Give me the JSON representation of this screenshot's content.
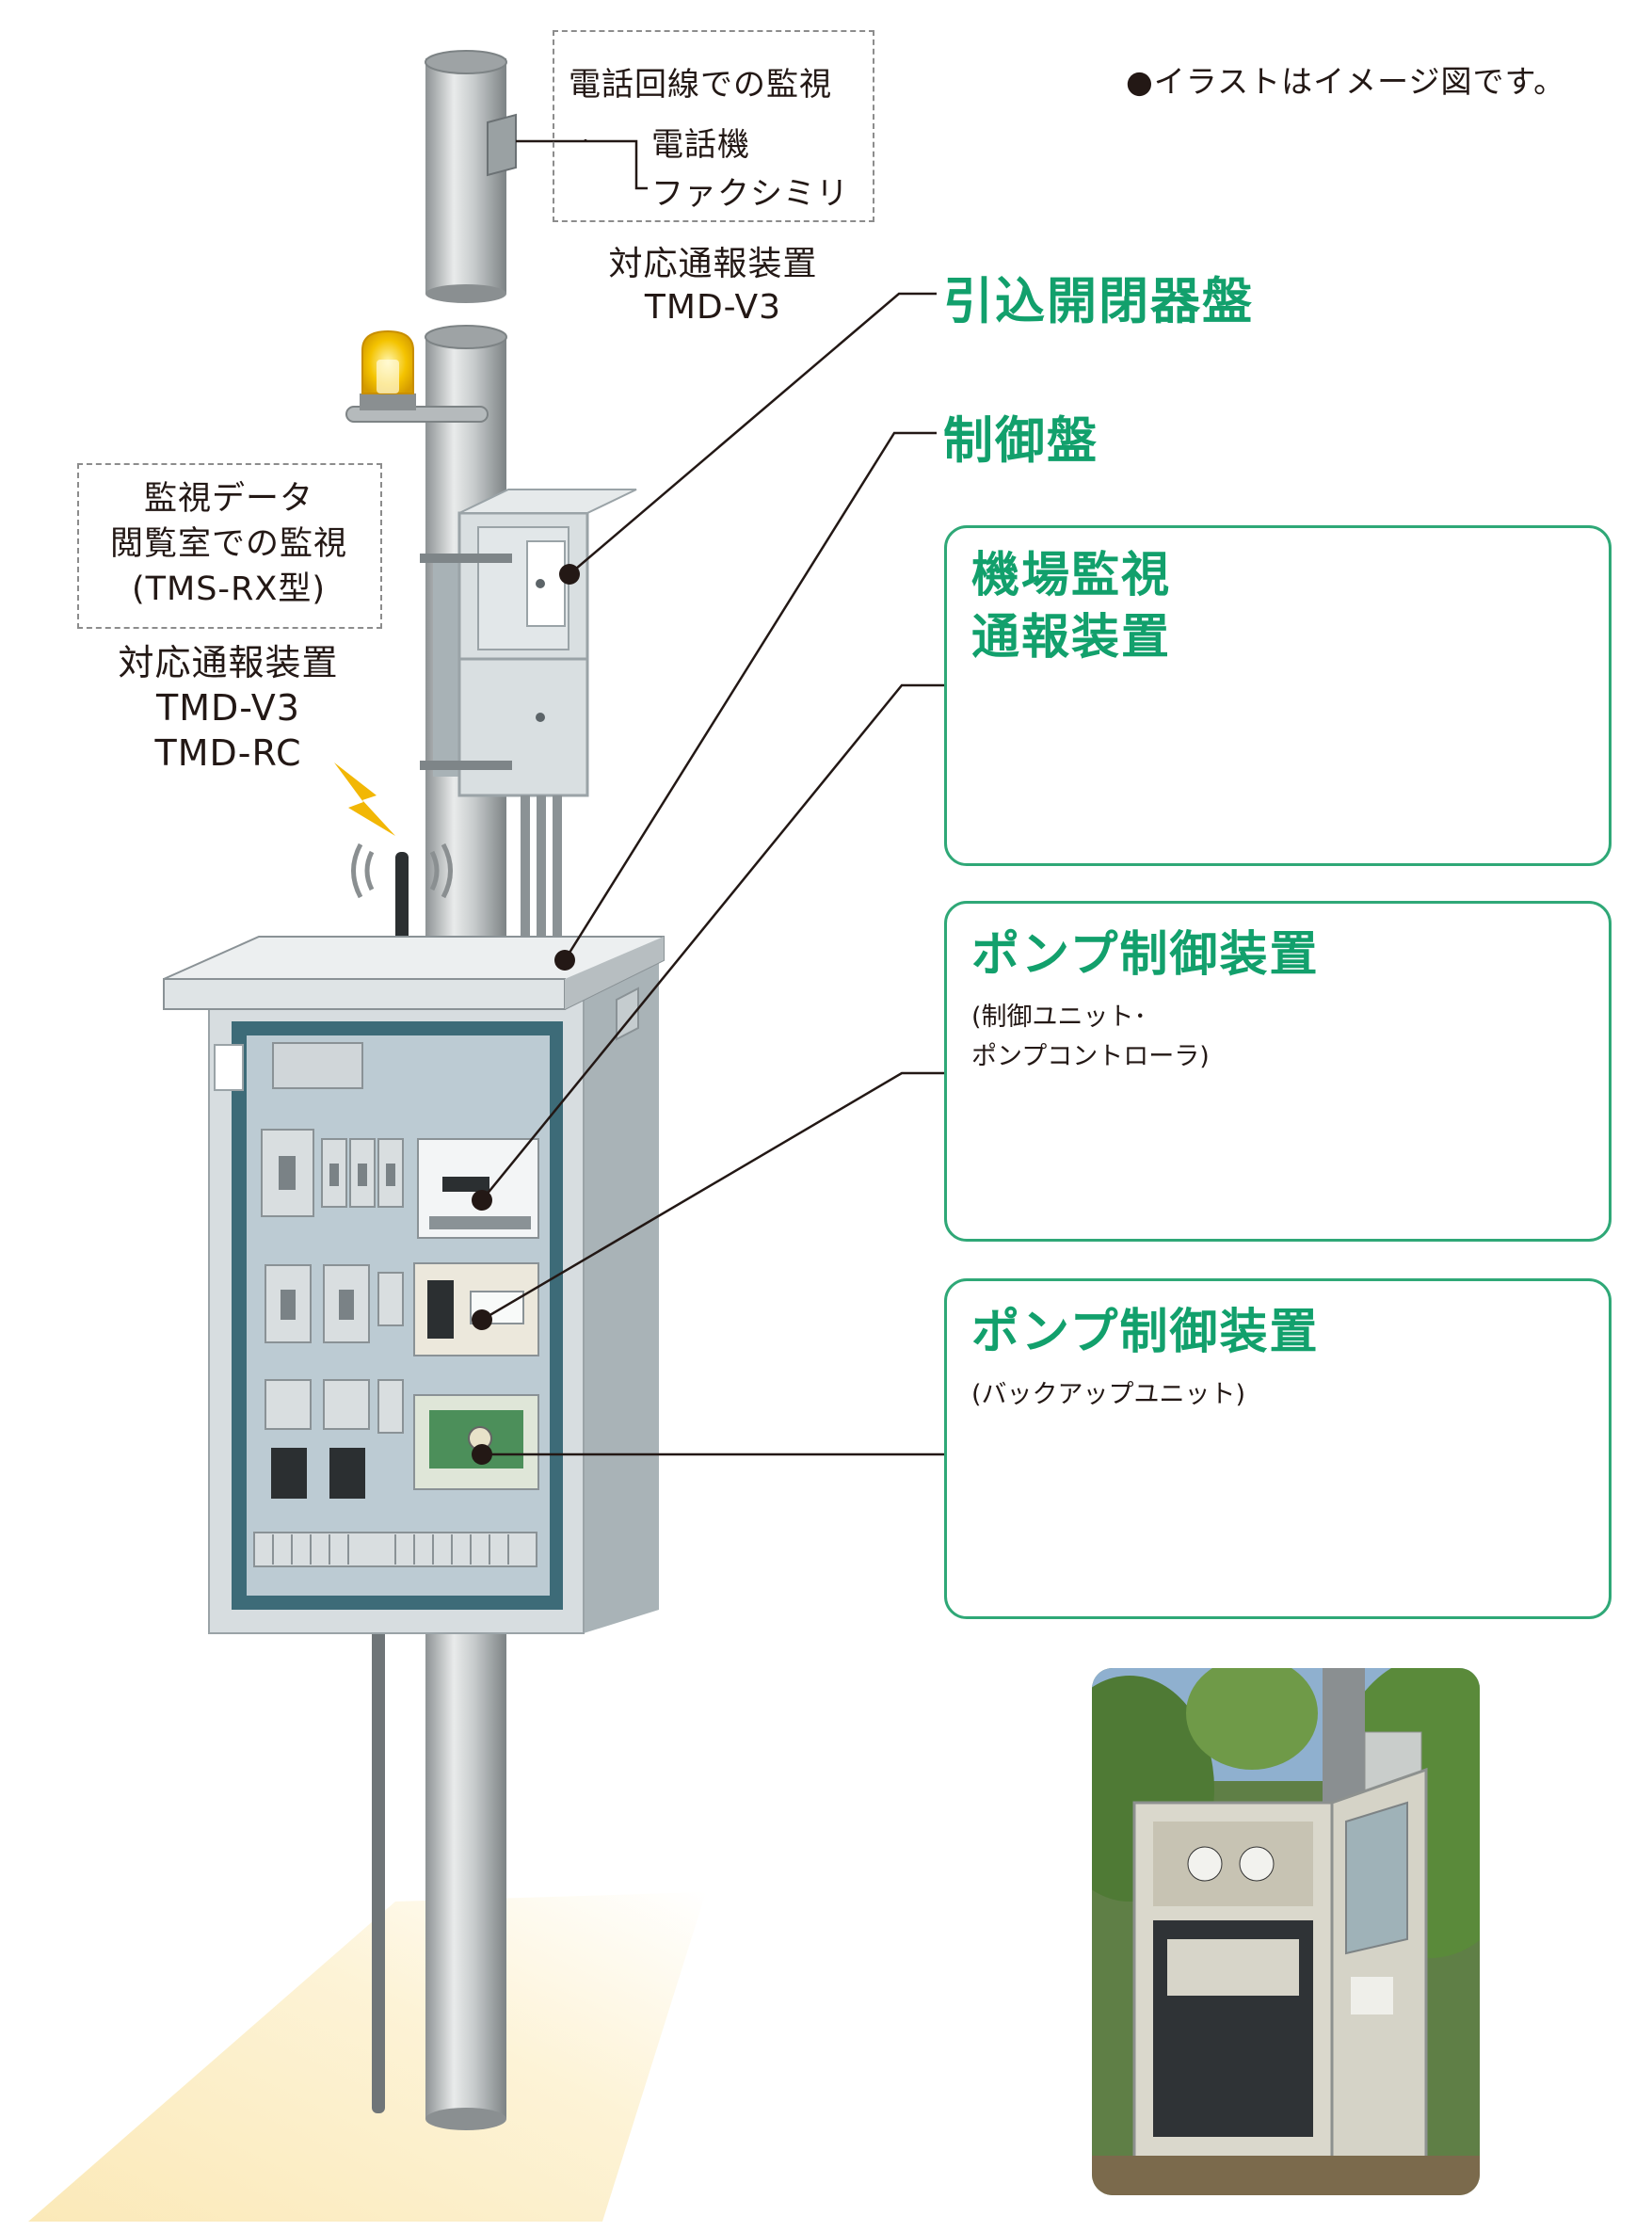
{
  "disclaimer": "●イラストはイメージ図です。",
  "phone_monitoring": {
    "title": "電話回線での監視",
    "items": [
      "電話機",
      "ファクシミリ"
    ],
    "device_caption": [
      "対応通報装置",
      "TMD-V3"
    ]
  },
  "data_room": {
    "lines": [
      "監視データ",
      "閲覧室での監視",
      "(TMS-RX型)"
    ],
    "device_caption": [
      "対応通報装置",
      "TMD-V3",
      "TMD-RC"
    ]
  },
  "labels": {
    "incoming_switchboard": "引込開閉器盤",
    "control_panel": "制御盤"
  },
  "cards": [
    {
      "title": "機場監視\n通報装置",
      "subtitle": ""
    },
    {
      "title": "ポンプ制御装置",
      "subtitle": "(制御ユニット･\nポンプコントローラ)"
    },
    {
      "title": "ポンプ制御装置",
      "subtitle": "(バックアップユニット)"
    }
  ],
  "colors": {
    "accent_green": "#12a06c",
    "card_border": "#2fa877",
    "panel_fill": "#bccbd3",
    "panel_frame": "#3d6b78"
  }
}
